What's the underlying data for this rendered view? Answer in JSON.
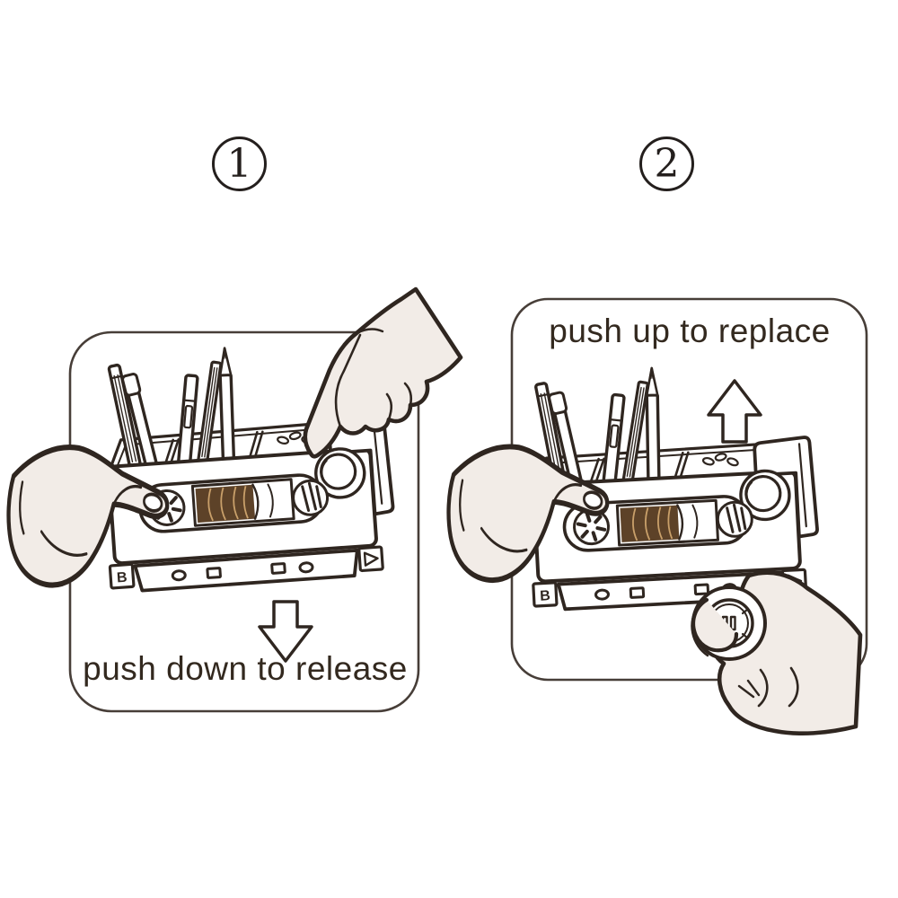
{
  "colors": {
    "background": "#ffffff",
    "ink": "#2f2620",
    "hand_fill": "#f2ece7",
    "tape_brown": "#5d4228",
    "panel_border": "#473e38",
    "text": "#33291f"
  },
  "steps": [
    {
      "number": "1",
      "caption": "push down to release",
      "arrow_direction": "down"
    },
    {
      "number": "2",
      "caption": "push up to replace",
      "arrow_direction": "up"
    }
  ],
  "cassette": {
    "side_label": "B"
  }
}
